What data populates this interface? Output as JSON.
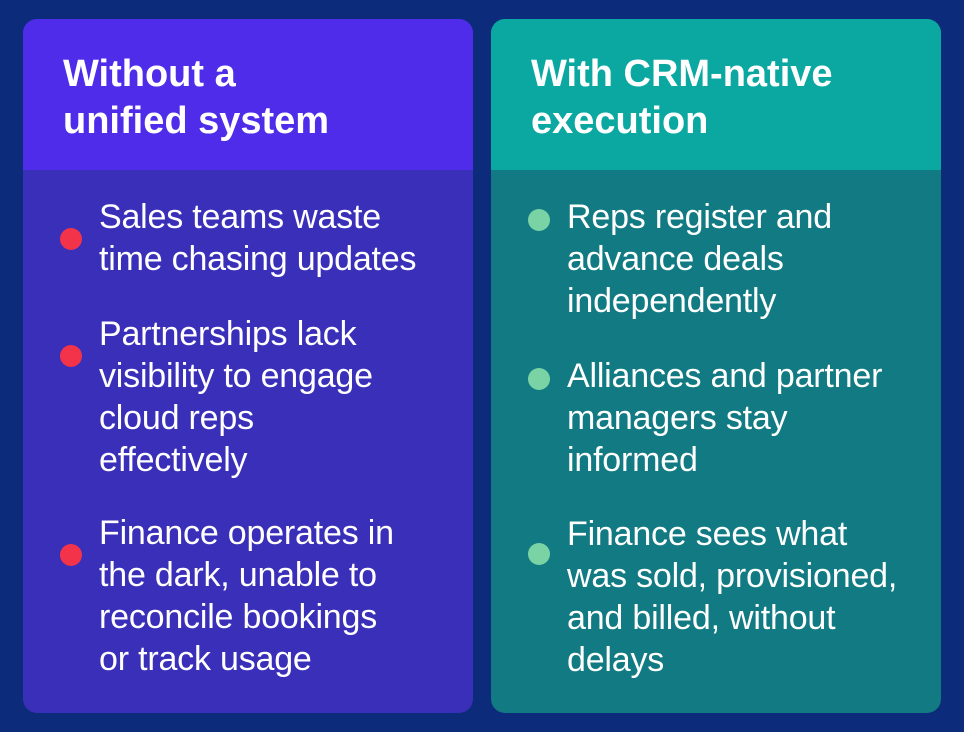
{
  "colors": {
    "background": "#0c2b7a",
    "left_header": "#4e2cea",
    "left_body": "#3a2fb8",
    "right_header": "#0aa8a1",
    "right_body": "#117a82",
    "left_bullet": "#f2334a",
    "right_bullet": "#7ad3a4"
  },
  "left": {
    "title": "Without a\nunified system",
    "items": [
      {
        "icon": "red-dot-icon",
        "text": "Sales teams waste\ntime chasing updates"
      },
      {
        "icon": "red-dot-icon",
        "text": "Partnerships lack\nvisibility to engage\ncloud reps\neffectively"
      },
      {
        "icon": "red-dot-icon",
        "text": "Finance operates in\nthe dark, unable to\nreconcile bookings\nor track usage"
      }
    ]
  },
  "right": {
    "title": "With CRM-native\nexecution",
    "items": [
      {
        "icon": "green-dot-icon",
        "text": "Reps register and\nadvance deals\nindependently"
      },
      {
        "icon": "green-dot-icon",
        "text": "Alliances and partner\nmanagers stay\ninformed"
      },
      {
        "icon": "green-dot-icon",
        "text": "Finance sees what\nwas sold, provisioned,\nand billed, without\ndelays"
      }
    ]
  }
}
